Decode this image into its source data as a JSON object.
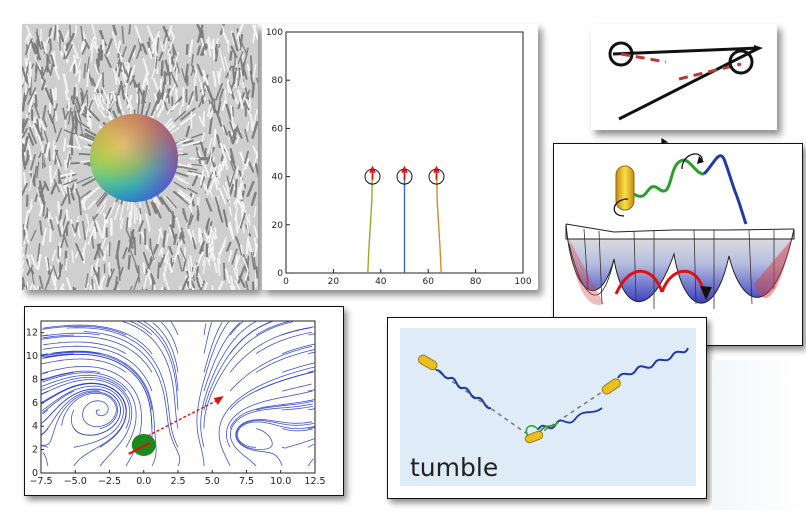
{
  "colors": {
    "panel_border": "#111111",
    "panel_shadow": "#555555",
    "sphere_top": "#f2e21a",
    "sphere_bottom": "#1e60d8",
    "trajectory_left": "#9aa82a",
    "trajectory_mid": "#2e6fae",
    "trajectory_right": "#d98a2b",
    "streamlines": "#2a3ecf",
    "tumble_background": "#dfebf7",
    "flagellum_blue": "#1e3aa8",
    "flagellum_green": "#2aa02a",
    "cell_yellow": "#e8c020",
    "arrow_red": "#dd1111",
    "dashed_red": "#b83a33"
  },
  "chart_data": [
    {
      "type": "line",
      "title": "",
      "xlabel": "",
      "ylabel": "",
      "xlim": [
        0,
        100
      ],
      "ylim": [
        0,
        100
      ],
      "xticks": [
        "0",
        "20",
        "40",
        "60",
        "80",
        "100"
      ],
      "yticks": [
        "0",
        "20",
        "40",
        "60",
        "80",
        "100"
      ],
      "series": [
        {
          "x": [
            34.5,
            35.0,
            35.6,
            36.2,
            36.4
          ],
          "y": [
            0,
            10,
            20,
            30,
            40
          ]
        },
        {
          "x": [
            50,
            50,
            50,
            50,
            50
          ],
          "y": [
            0,
            10,
            20,
            30,
            40
          ]
        },
        {
          "x": [
            65.5,
            65.0,
            64.4,
            63.8,
            63.6
          ],
          "y": [
            0,
            10,
            20,
            30,
            40
          ]
        }
      ],
      "markers": [
        {
          "x": 36.5,
          "y": 40,
          "shape": "circle"
        },
        {
          "x": 50,
          "y": 40,
          "shape": "circle"
        },
        {
          "x": 63.5,
          "y": 40,
          "shape": "circle"
        }
      ]
    },
    {
      "type": "streamplot",
      "title": "",
      "xlabel": "",
      "ylabel": "",
      "xlim": [
        -7.5,
        12.5
      ],
      "ylim": [
        0,
        13
      ],
      "xticks": [
        "−7.5",
        "−5.0",
        "−2.5",
        "0.0",
        "2.5",
        "5.0",
        "7.5",
        "10.0",
        "12.5"
      ],
      "yticks": [
        "0",
        "2",
        "4",
        "6",
        "8",
        "10",
        "12"
      ],
      "particle": {
        "x": 0,
        "y": 2.4
      }
    }
  ],
  "labels": {
    "tumble": "tumble"
  }
}
